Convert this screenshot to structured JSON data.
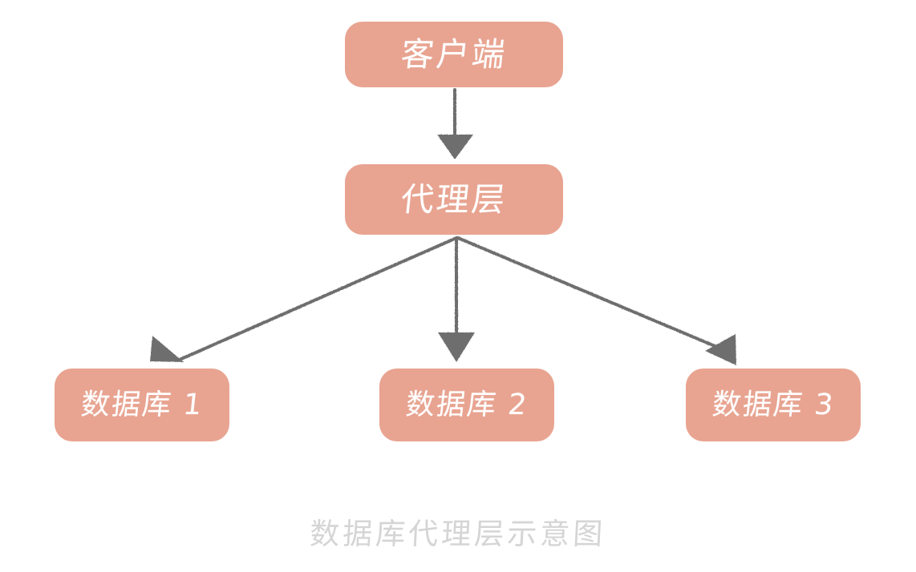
{
  "diagram": {
    "type": "flow-diagram",
    "caption": "数据库代理层示意图",
    "background_color": "#FFFFFF",
    "node_fill_color": "#E8A491",
    "node_text_color": "#FFFFFF",
    "arrow_color": "#6E6E6E",
    "caption_color": "#D5D5D5",
    "nodes": [
      {
        "id": "client",
        "label": "客户端"
      },
      {
        "id": "proxy",
        "label": "代理层"
      },
      {
        "id": "db1",
        "label": "数据库 1"
      },
      {
        "id": "db2",
        "label": "数据库 2"
      },
      {
        "id": "db3",
        "label": "数据库 3"
      }
    ],
    "edges": [
      {
        "from": "client",
        "to": "proxy"
      },
      {
        "from": "proxy",
        "to": "db1"
      },
      {
        "from": "proxy",
        "to": "db2"
      },
      {
        "from": "proxy",
        "to": "db3"
      }
    ]
  }
}
